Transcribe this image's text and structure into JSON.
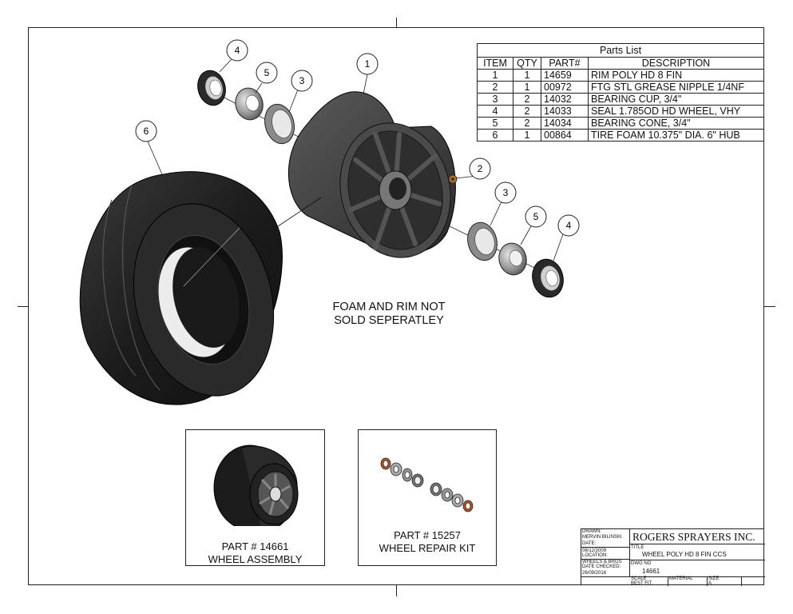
{
  "parts_list": {
    "title": "Parts List",
    "headers": [
      "ITEM",
      "QTY",
      "PART#",
      "DESCRIPTION"
    ],
    "rows": [
      {
        "item": "1",
        "qty": "1",
        "part": "14659",
        "description": "RIM POLY HD 8 FIN"
      },
      {
        "item": "2",
        "qty": "1",
        "part": "00972",
        "description": "FTG STL GREASE NIPPLE 1/4NF"
      },
      {
        "item": "3",
        "qty": "2",
        "part": "14032",
        "description": "BEARING CUP, 3/4\""
      },
      {
        "item": "4",
        "qty": "2",
        "part": "14033",
        "description": "SEAL 1.785OD HD WHEEL, VHY"
      },
      {
        "item": "5",
        "qty": "2",
        "part": "14034",
        "description": "BEARING CONE, 3/4\""
      },
      {
        "item": "6",
        "qty": "1",
        "part": "00864",
        "description": "TIRE FOAM 10.375\" DIA. 6\" HUB"
      }
    ]
  },
  "balloons": {
    "b1": "1",
    "b2": "2",
    "b3a": "3",
    "b3b": "3",
    "b4a": "4",
    "b4b": "4",
    "b5a": "5",
    "b5b": "5",
    "b6": "6"
  },
  "note": {
    "line1": "FOAM AND RIM NOT",
    "line2": "SOLD SEPERATLEY"
  },
  "inset_assembly": {
    "line1": "PART # 14661",
    "line2": "WHEEL ASSEMBLY"
  },
  "inset_kit": {
    "line1": "PART # 15257",
    "line2": "WHEEL REPAIR KIT"
  },
  "title_block": {
    "drawn_label": "DRAWN:",
    "drawn_value": "MERVIN BILINSKI",
    "date_label": "DATE:",
    "date_value": "08/12/2009",
    "location_label": "LOCATION:",
    "location_value": "WHEELS & BRGS",
    "checked_label": "DATE CHECKED:",
    "checked_value": "26/09/2016",
    "company": "ROGERS SPRAYERS INC.",
    "title_label": "TITLE",
    "title_value": "WHEEL POLY HD 8 FIN CCS",
    "dwg_label": "DWG NO",
    "dwg_value": "14661",
    "scale_label": "SCALE",
    "scale_value": "BEST FIT",
    "material_label": "MATERIAL",
    "size_label": "SIZE",
    "size_value": "A"
  },
  "colors": {
    "tire": "#1e1e1e",
    "rim": "#3a3a3a",
    "bearing": "#9a9a9a",
    "seal_accent": "#b5542a"
  }
}
